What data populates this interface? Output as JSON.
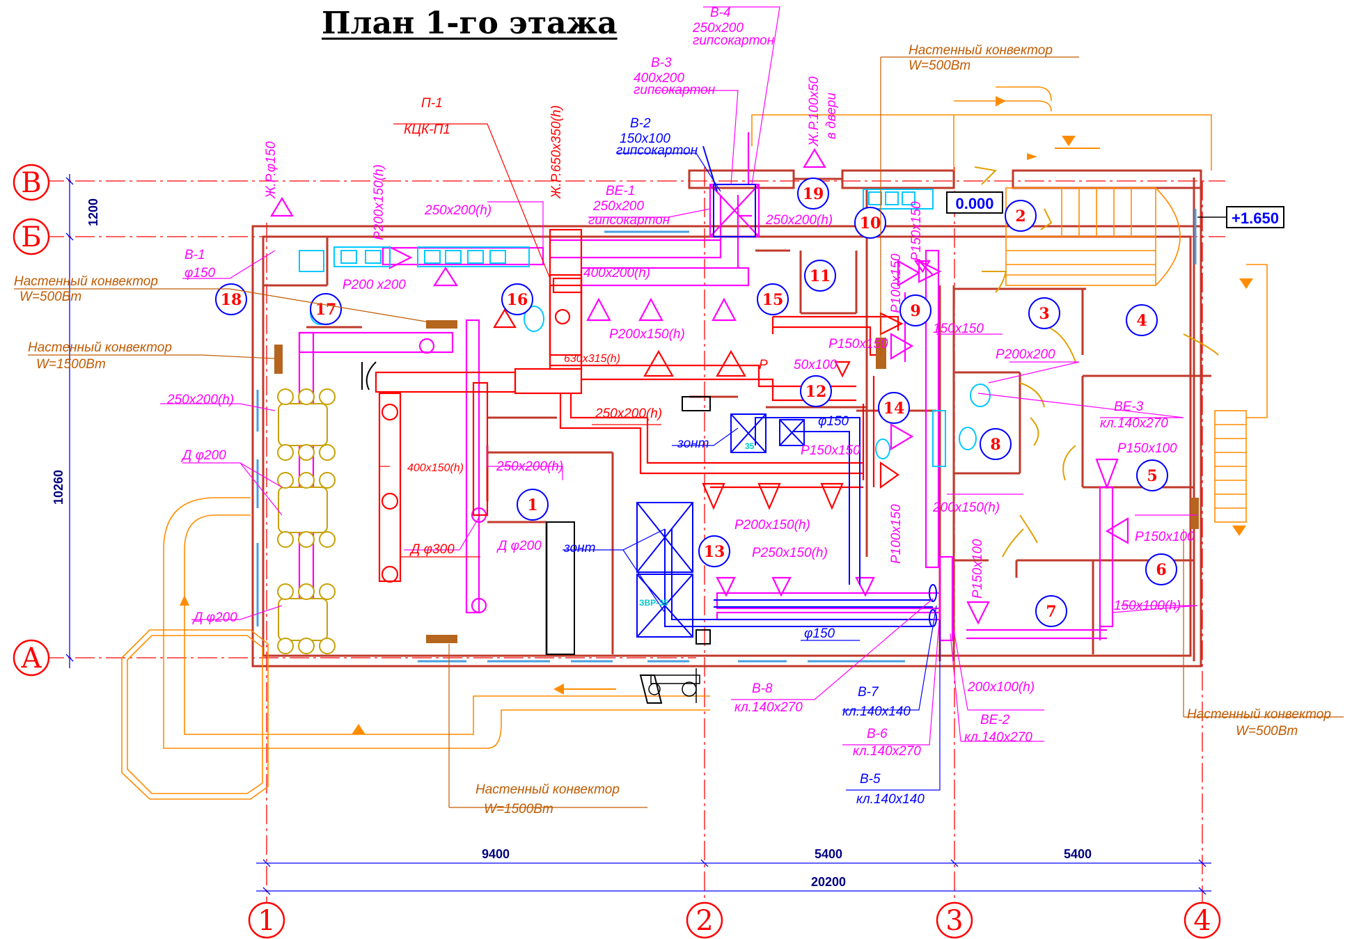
{
  "title": "План 1-го этажа",
  "axes": {
    "rows": [
      "В",
      "Б",
      "А"
    ],
    "cols": [
      "1",
      "2",
      "3",
      "4"
    ]
  },
  "dimensions": {
    "d9400": "9400",
    "d5400a": "5400",
    "d5400b": "5400",
    "d20200": "20200",
    "d1200": "1200",
    "d10260": "10260"
  },
  "levels": {
    "l0": "0.000",
    "l1650": "+1.650"
  },
  "rooms": [
    "1",
    "2",
    "3",
    "4",
    "5",
    "6",
    "7",
    "8",
    "9",
    "10",
    "11",
    "12",
    "13",
    "14",
    "15",
    "16",
    "17",
    "18",
    "19"
  ],
  "labels": {
    "v4": "В-4",
    "v4s": "250х200",
    "v4m": "гипсокартон",
    "v3": "В-3",
    "v3s": "400х200",
    "v3m": "гипсокартон",
    "v2": "В-2",
    "v2s": "150х100",
    "v2m": "гипсокартон",
    "ve1": "ВЕ-1",
    "ve1s": "250х200",
    "ve1m": "гипсокартон",
    "p1": "П-1",
    "p1m": "КЦК-П1",
    "jr650": "Ж.Р.650х350(h)",
    "jr150": "Ж.Р.φ150",
    "jr100": "Ж.Р.100х50",
    "vdveri": "в двери",
    "conv1": "Настенный конвектор",
    "conv1w": "W=500Вт",
    "conv2": "Настенный конвектор",
    "conv2w": "W=500Вт",
    "conv3": "Настенный конвектор",
    "conv3w": "W=1500Вт",
    "conv4": "Настенный конвектор",
    "conv4w": "W=500Вт",
    "conv5": "Настенный конвектор",
    "conv5w": "W=1500Вт",
    "v1": "В-1",
    "v1s": "φ150",
    "p200_150h": "Р200х150(h)",
    "d250_200h_1": "250х200(h)",
    "p200x200": "Р200 х200",
    "d400_200h": "400х200(h)",
    "d250_200h_2": "250х200(h)",
    "p200_150h_2": "Р200х150(h)",
    "d630": "630х315(h)",
    "d250_200h_3": "250х200(h)",
    "d250_200h_4": "250х200(h)",
    "d250_200h_5": "250х200(h)",
    "d200": "Д φ200",
    "d200b": "Д φ200",
    "d200c": "Д φ200",
    "d300": "Д φ300",
    "d400_150h": "400х150(h)",
    "zont1": "зонт",
    "zont2": "зонт",
    "phi150a": "φ150",
    "phi150b": "φ150",
    "p150_150": "Р150х150",
    "p150_150b": "Р150х150",
    "p50_100": "50х100",
    "p150_100": "Р150х100",
    "p_red": "Р",
    "p100_150": "Р100х150",
    "p100_150b": "Р100х150",
    "p150_150c": "Р150х150",
    "s150_150": "150х150",
    "p200_200": "Р200х200",
    "ve3": "ВЕ-3",
    "ve3s": "кл.140х270",
    "p150_100b": "Р150х100",
    "p150_100c": "Р150х100",
    "p200_150h_3": "Р200х150(h)",
    "p250_150h": "Р250х150(h)",
    "d200_150h": "200х150(h)",
    "p150_100d": "Р150х100",
    "d150_100h": "150х100(h)",
    "v8": "В-8",
    "v8s": "кл.140х270",
    "v7": "В-7",
    "v7s": "кл.140х140",
    "v6": "В-6",
    "v6s": "кл.140х270",
    "v5": "В-5",
    "v5s": "кл.140х140",
    "ve2": "ВЕ-2",
    "ve2s": "кл.140х270",
    "d200_100h": "200х100(h)",
    "zr": "ЗВР-35",
    "zr2": "35"
  },
  "colors": {
    "wall": "#c0392b",
    "supply": "#ff0000",
    "exhaust": "#ff00ff",
    "heating": "#ff8c00",
    "kitchen": "#0000ff",
    "fixtures": "#00c8ff",
    "furniture": "#d4a017"
  }
}
